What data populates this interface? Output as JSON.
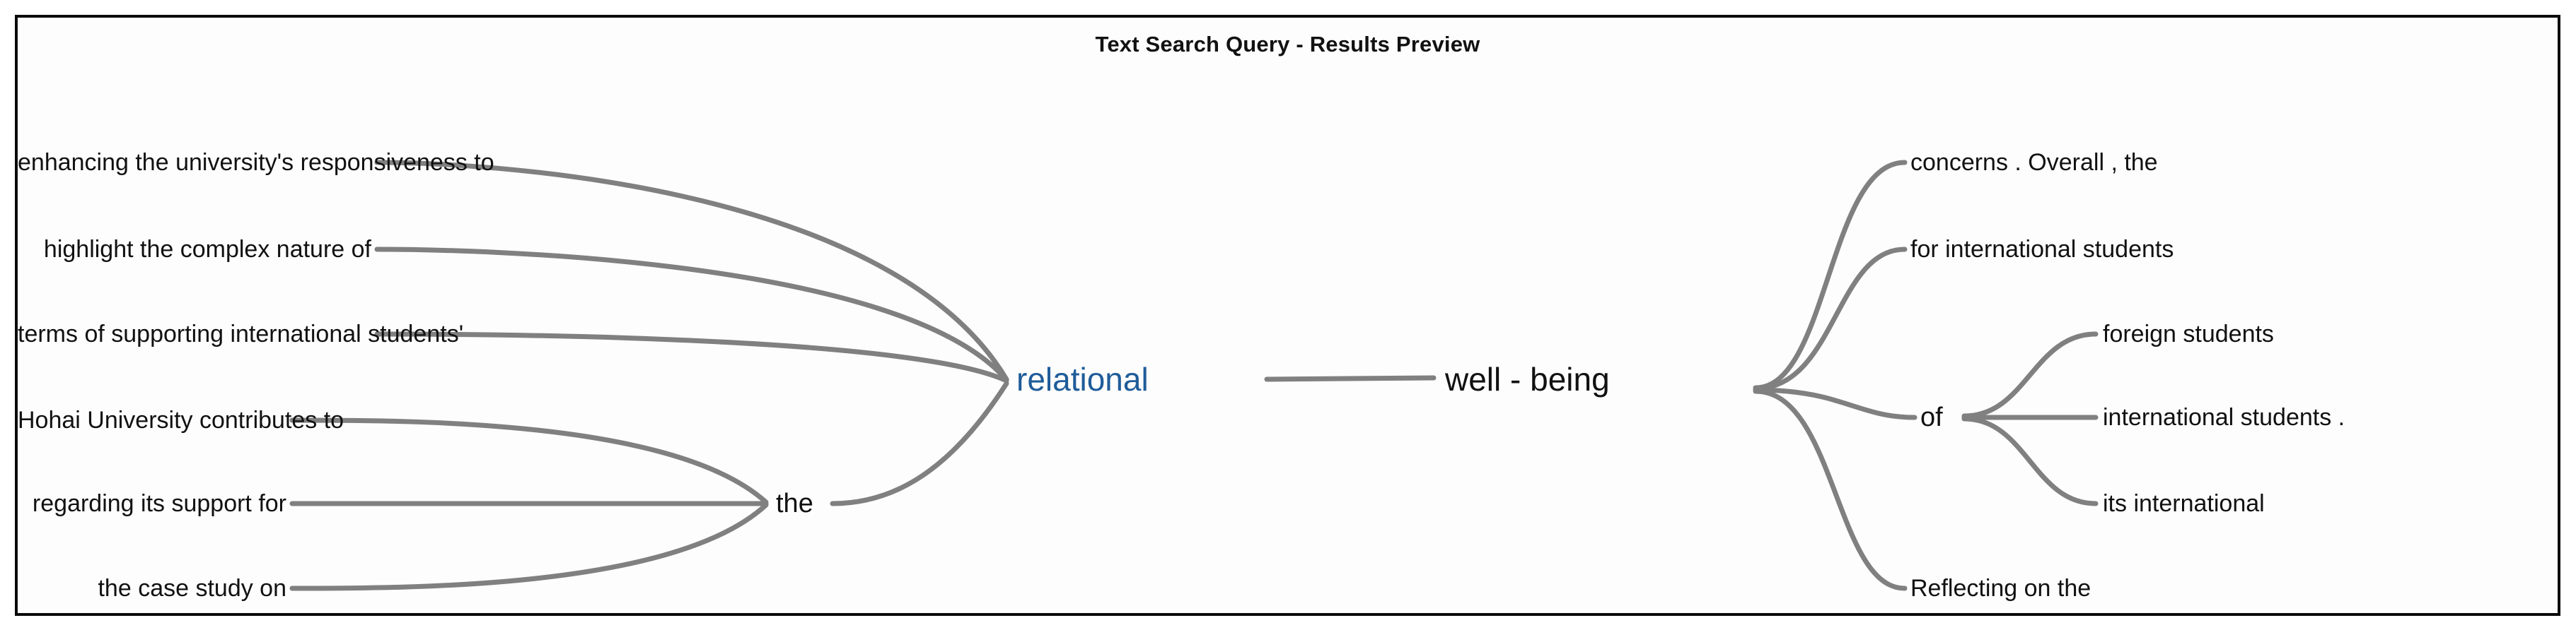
{
  "panel": {
    "title": "Text Search Query - Results Preview",
    "border_color": "#0a0a0a",
    "background_color": "#ffffff"
  },
  "style": {
    "edge_color": "#808080",
    "text_color": "#111111",
    "highlight_color": "#1f5c99"
  },
  "tree": {
    "root": {
      "label": "relational",
      "color": "#1f5c99"
    },
    "head": {
      "label": "well - being"
    },
    "left_mid": {
      "label": "the"
    },
    "right_mid": {
      "label": "of"
    },
    "left_direct": [
      {
        "label": "enhancing the university's responsiveness to"
      },
      {
        "label": "highlight the complex nature of"
      },
      {
        "label": "terms of supporting international students'"
      }
    ],
    "left_via_the": [
      {
        "label": "Hohai University contributes to"
      },
      {
        "label": "regarding its support for"
      },
      {
        "label": "the case study on"
      }
    ],
    "right_direct_top": [
      {
        "label": "concerns . Overall , the"
      },
      {
        "label": "for international students"
      }
    ],
    "right_via_of": [
      {
        "label": "foreign students"
      },
      {
        "label": "international students ."
      },
      {
        "label": "its international"
      }
    ],
    "right_direct_bottom": [
      {
        "label": "Reflecting on the"
      }
    ]
  }
}
